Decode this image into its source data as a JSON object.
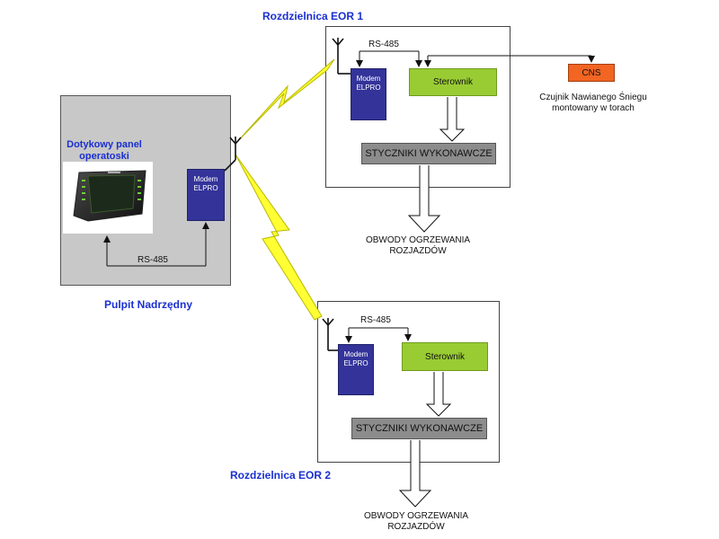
{
  "eor1": {
    "title": "Rozdzielnica EOR 1",
    "modem": "Modem ELPRO",
    "controller": "Sterownik",
    "contactors": "STYCZNIKI WYKONAWCZE",
    "bus": "RS-485",
    "output_line1": "OBWODY OGRZEWANIA",
    "output_line2": "ROZJAZDÓW"
  },
  "cns": {
    "label": "CNS",
    "caption_line1": "Czujnik Nawianego Śniegu",
    "caption_line2": "montowany w torach"
  },
  "master": {
    "title": "Pulpit Nadrzędny",
    "panel_label_line1": "Dotykowy panel",
    "panel_label_line2": "operatoski",
    "modem": "Modem ELPRO",
    "bus": "RS-485"
  },
  "eor2": {
    "title": "Rozdzielnica EOR 2",
    "modem": "Modem ELPRO",
    "controller": "Sterownik",
    "contactors": "STYCZNIKI WYKONAWCZE",
    "bus": "RS-485",
    "output_line1": "OBWODY OGRZEWANIA",
    "output_line2": "ROZJAZDÓW"
  },
  "colors": {
    "title_blue": "#1a2fd0",
    "modem_blue": "#33339a",
    "controller_green": "#99cc33",
    "contactor_gray": "#8c8c8c",
    "cns_orange": "#f26522",
    "panel_gray": "#c8c8c8",
    "lightning_yellow": "#ffff33"
  },
  "icons": [
    "antenna-icon",
    "lightning-icon",
    "touch-panel-image",
    "arrow-icon"
  ]
}
